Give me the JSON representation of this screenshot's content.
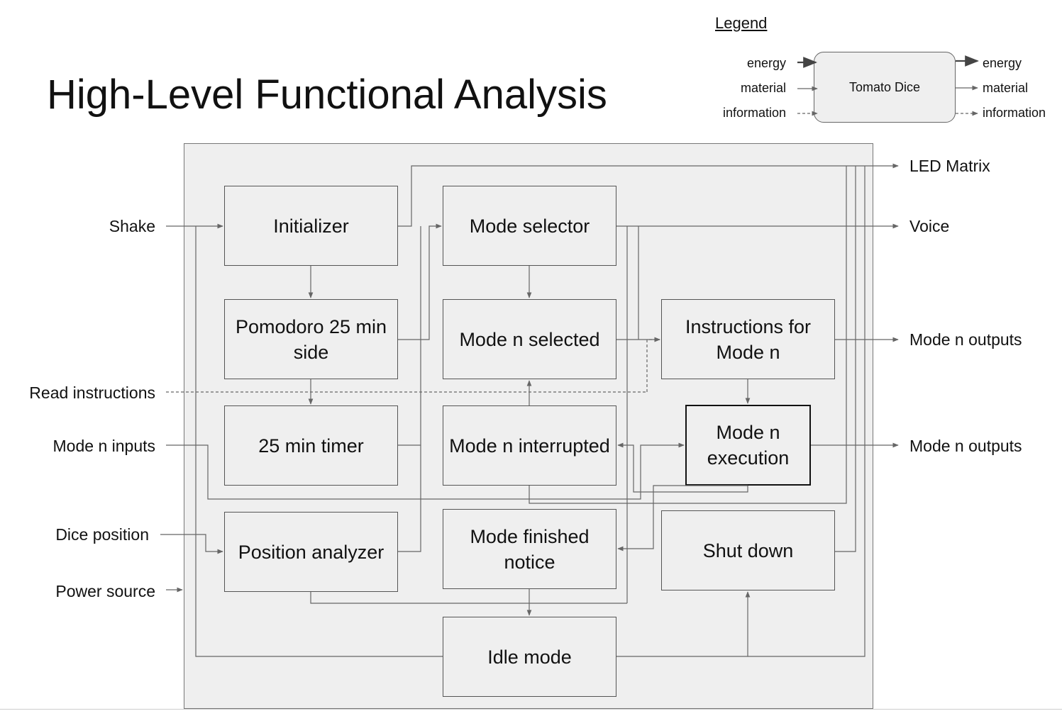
{
  "title": "High-Level Functional Analysis",
  "legend": {
    "title": "Legend",
    "block_label": "Tomato Dice",
    "inputs": [
      "energy",
      "material",
      "information"
    ],
    "outputs": [
      "energy",
      "material",
      "information"
    ]
  },
  "nodes": {
    "initializer": "Initializer",
    "mode_selector": "Mode selector",
    "pomodoro": "Pomodoro 25 min side",
    "mode_n_selected": "Mode n selected",
    "instructions": "Instructions for Mode n",
    "timer": "25 min timer",
    "mode_n_interrupted": "Mode n interrupted",
    "mode_n_execution": "Mode n execution",
    "position_analyzer": "Position analyzer",
    "mode_finished": "Mode finished notice",
    "shut_down": "Shut down",
    "idle_mode": "Idle mode"
  },
  "inputs": {
    "shake": "Shake",
    "read_instructions": "Read instructions",
    "mode_n_inputs": "Mode n inputs",
    "dice_position": "Dice position",
    "power_source": "Power source"
  },
  "outputs": {
    "led_matrix": "LED Matrix",
    "voice": "Voice",
    "mode_n_outputs_1": "Mode n outputs",
    "mode_n_outputs_2": "Mode n outputs"
  },
  "colors": {
    "block_fill": "#efefef",
    "line": "#666666",
    "text": "#111111"
  }
}
